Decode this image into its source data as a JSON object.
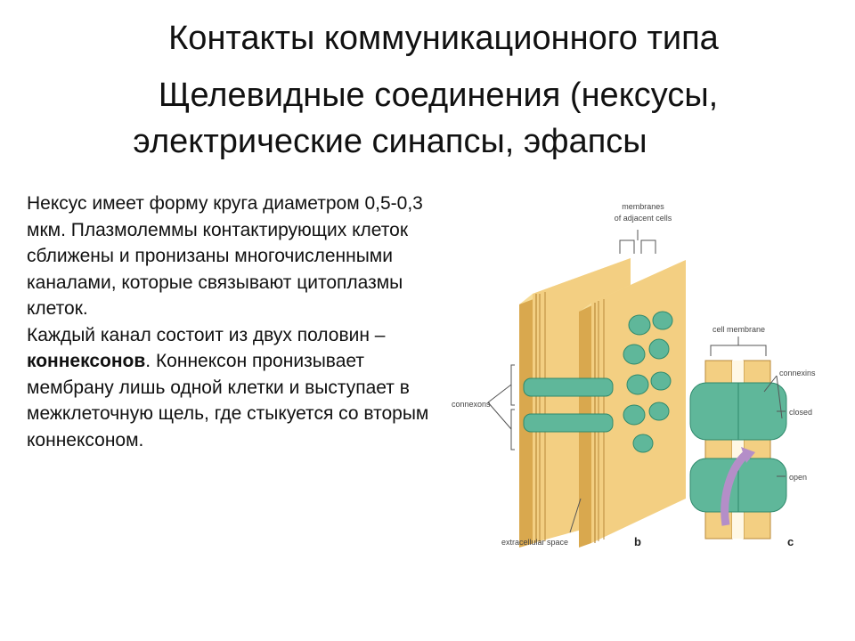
{
  "slide": {
    "title_line1": "Контакты коммуникационного типа",
    "title_line2": "Щелевидные соединения (нексусы,",
    "title_line3": "электрические синапсы, эфапсы"
  },
  "text": {
    "p1": "Нексус имеет форму круга диаметром 0,5-0,3 мкм. Плазмолеммы контактирующих клеток сближены и пронизаны многочисленными каналами, которые связывают цитоплазмы клеток.",
    "p2_before": "Каждый канал состоит из двух половин – ",
    "p2_bold": "коннексонов",
    "p2_after": ". Коннексон пронизывает мембрану лишь одной клетки и выступает в межклеточную щель, где стыкуется со вторым коннексоном."
  },
  "figure": {
    "label_membranes_line1": "membranes",
    "label_membranes_line2": "of adjacent cells",
    "label_connexons": "connexons",
    "label_extracellular": "extracellular space",
    "label_b": "b",
    "label_cell_membrane": "cell membrane",
    "label_connexins": "connexins",
    "label_closed": "closed",
    "label_open": "open",
    "label_c": "c",
    "colors": {
      "membrane_fill": "#f3cf82",
      "membrane_shade": "#d9a84e",
      "connexon": "#5fb79a",
      "connexon_dark": "#2f8a6c",
      "arrow": "#b48ec8"
    }
  }
}
